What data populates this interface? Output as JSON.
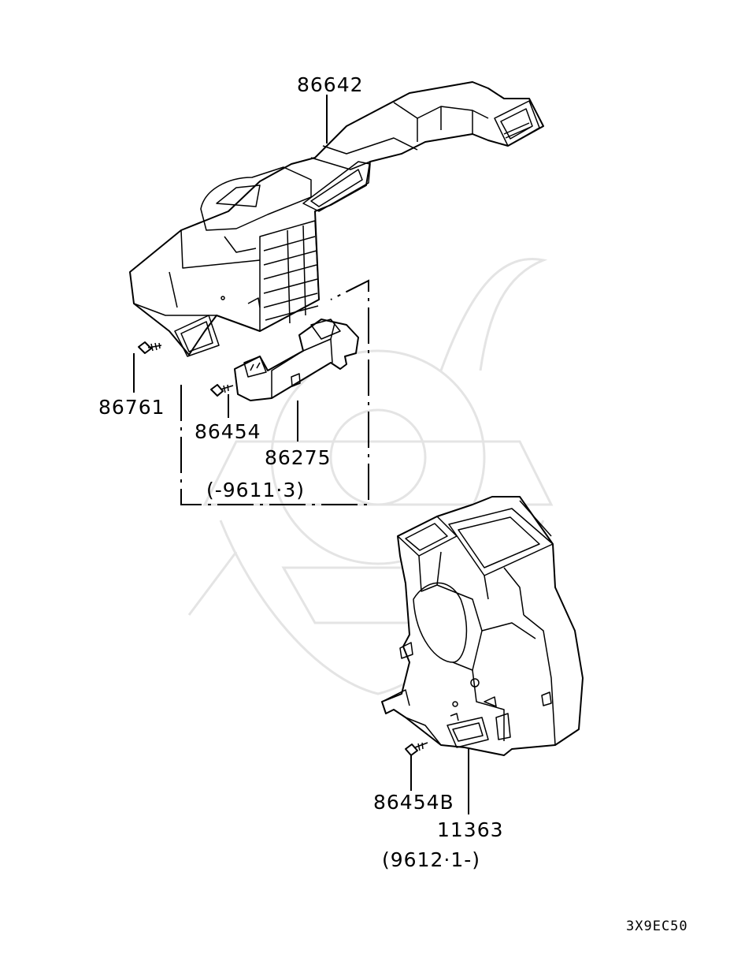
{
  "labels": {
    "p86642": "86642",
    "p86761": "86761",
    "p86454": "86454",
    "p86275": "86275",
    "range_upper": "(-9611·3)",
    "p86454b": "86454B",
    "p11363": "11363",
    "range_lower": "(9612·1-)",
    "diagram_code": "3X9EC50"
  },
  "icons": {
    "watermark": "samurai-helmet-watermark",
    "screw": "screw-icon"
  }
}
